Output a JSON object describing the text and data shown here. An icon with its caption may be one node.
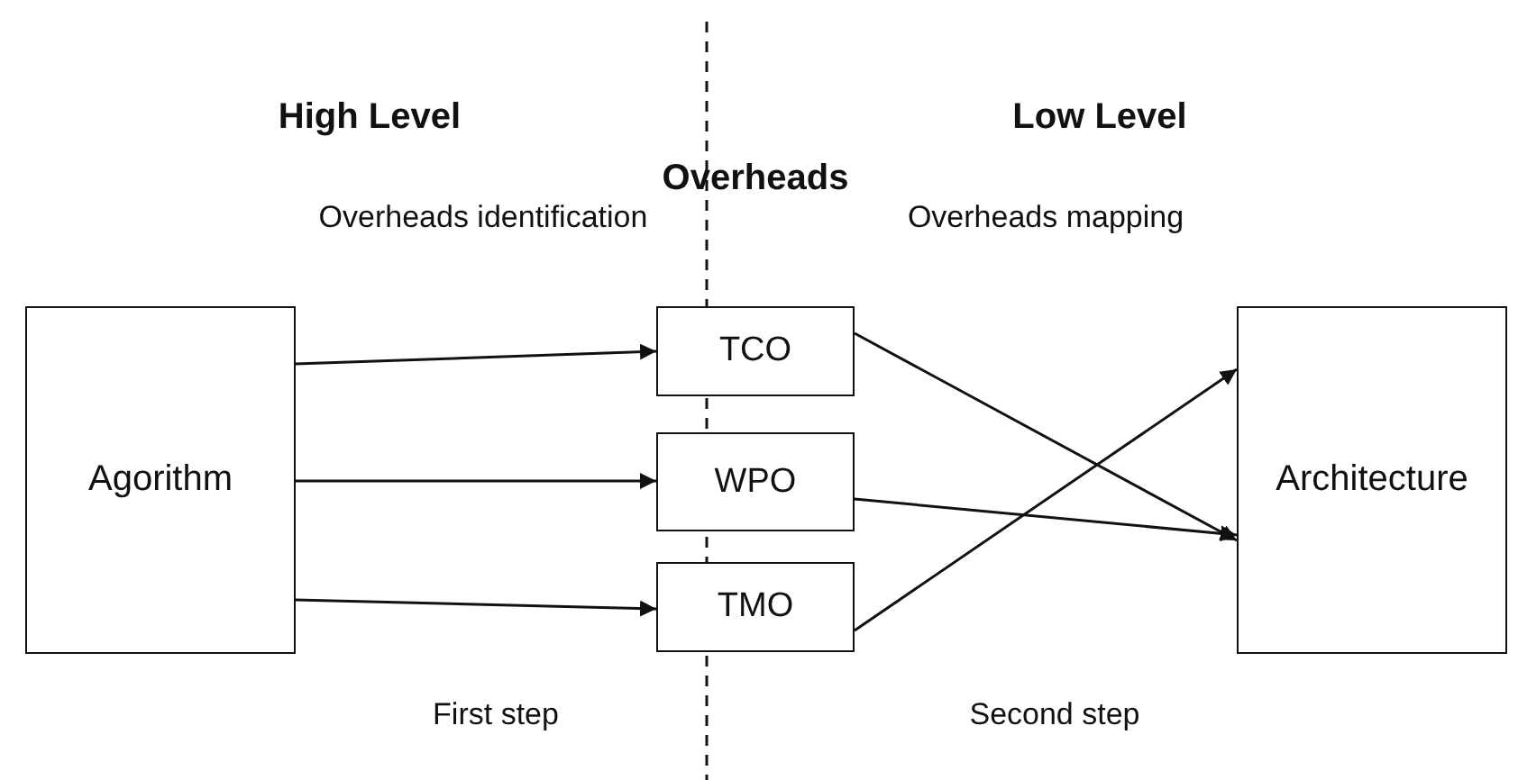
{
  "diagram": {
    "nodes": [
      {
        "text": [
          "Agorithm"
        ]
      },
      {
        "text": [
          "TCO"
        ]
      },
      {
        "text": [
          "WPO"
        ]
      },
      {
        "text": [
          "TMO"
        ]
      },
      {
        "text": [
          "Architecture"
        ]
      }
    ],
    "edges": [
      {
        "from": 0,
        "to": 1,
        "arrow": "to"
      },
      {
        "from": 0,
        "to": 2,
        "arrow": "to"
      },
      {
        "from": 0,
        "to": 3,
        "arrow": "to"
      },
      {
        "from": 1,
        "to": 4,
        "arrow": "to"
      },
      {
        "from": 2,
        "to": 4,
        "arrow": "to"
      },
      {
        "from": 3,
        "to": 4,
        "arrow": "to"
      }
    ],
    "labels": [
      "High Level",
      "Low Level",
      "Overheads",
      "Overheads identification",
      "Overheads mapping",
      "First step",
      "Second step"
    ]
  }
}
